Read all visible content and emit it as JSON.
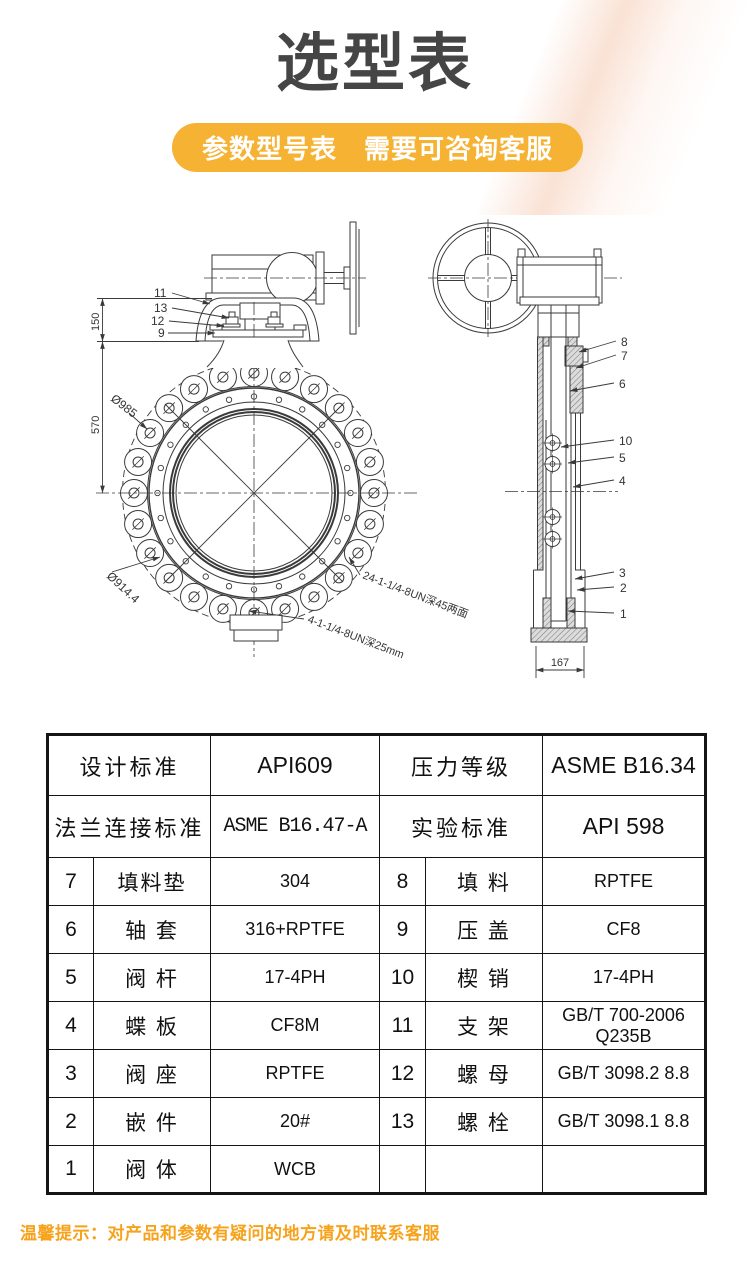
{
  "page": {
    "title": "选型表",
    "badge": "参数型号表　需要可咨询客服",
    "footer": "温馨提示：对产品和参数有疑问的地方请及时联系客服"
  },
  "colors": {
    "badge_bg": "#F5B233",
    "title_text": "#454545",
    "footer_text": "#F7A21B",
    "drawing_line": "#3A3A3A",
    "table_border": "#151515"
  },
  "drawing": {
    "front": {
      "callouts": [
        "11",
        "13",
        "12",
        "9"
      ],
      "dims": {
        "d150": "150",
        "d570": "570",
        "dia985": "Ø985",
        "dia914": "Ø914.4"
      },
      "notes": {
        "bolt24": "24-1-1/4-8UN深45两面",
        "bolt4": "4-1-1/4-8UN深25mm"
      }
    },
    "side": {
      "callouts": [
        "8",
        "7",
        "6",
        "10",
        "5",
        "4",
        "3",
        "2",
        "1"
      ],
      "dims": {
        "d167": "167"
      }
    }
  },
  "table": {
    "header": {
      "r1c1": "设计标准",
      "r1v1": "API609",
      "r1c2": "压力等级",
      "r1v2": "ASME B16.34",
      "r2c1": "法兰连接标准",
      "r2v1": "ASME B16.47-A",
      "r2c2": "实验标准",
      "r2v2": "API 598"
    },
    "rows": [
      {
        "no_l": "7",
        "name_l": "填料垫",
        "val_l": "304",
        "no_r": "8",
        "name_r": "填 料",
        "val_r": "RPTFE"
      },
      {
        "no_l": "6",
        "name_l": "轴 套",
        "val_l": "316+RPTFE",
        "no_r": "9",
        "name_r": "压 盖",
        "val_r": "CF8"
      },
      {
        "no_l": "5",
        "name_l": "阀 杆",
        "val_l": "17-4PH",
        "no_r": "10",
        "name_r": "楔 销",
        "val_r": "17-4PH"
      },
      {
        "no_l": "4",
        "name_l": "蝶 板",
        "val_l": "CF8M",
        "no_r": "11",
        "name_r": "支 架",
        "val_r": "GB/T 700-2006\nQ235B"
      },
      {
        "no_l": "3",
        "name_l": "阀 座",
        "val_l": "RPTFE",
        "no_r": "12",
        "name_r": "螺 母",
        "val_r": "GB/T 3098.2 8.8"
      },
      {
        "no_l": "2",
        "name_l": "嵌 件",
        "val_l": "20#",
        "no_r": "13",
        "name_r": "螺 栓",
        "val_r": "GB/T 3098.1 8.8"
      },
      {
        "no_l": "1",
        "name_l": "阀 体",
        "val_l": "WCB",
        "no_r": "",
        "name_r": "",
        "val_r": ""
      }
    ]
  }
}
